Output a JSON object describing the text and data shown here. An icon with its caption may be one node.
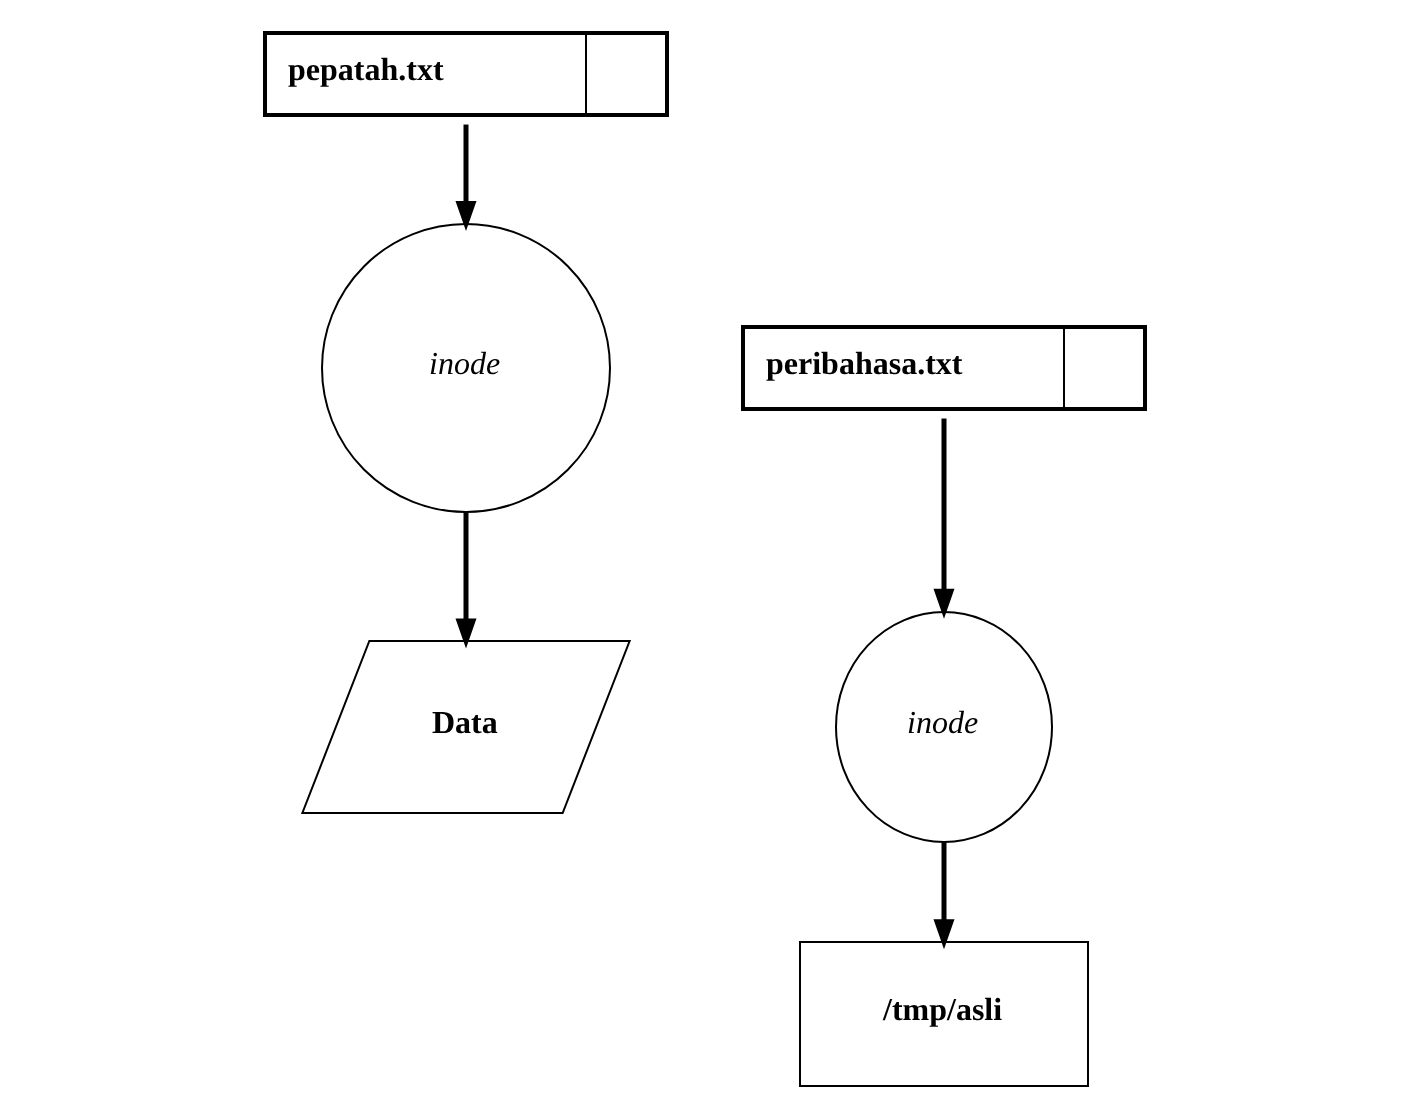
{
  "diagram": {
    "nodes": [
      {
        "text": [
          "pepatah.txt"
        ]
      },
      {
        "text": [
          "peribahasa.txt"
        ]
      },
      {
        "text": [
          "inode"
        ]
      },
      {
        "text": [
          "inode"
        ]
      },
      {
        "text": [
          "Data"
        ]
      },
      {
        "text": [
          "/tmp/asli"
        ]
      }
    ],
    "edges": [
      {
        "from": 0,
        "to": 2,
        "arrow": "to"
      },
      {
        "from": 1,
        "to": 3,
        "arrow": "to"
      },
      {
        "from": 2,
        "to": 4,
        "arrow": "to"
      },
      {
        "from": 3,
        "to": 5,
        "arrow": "to"
      }
    ]
  }
}
